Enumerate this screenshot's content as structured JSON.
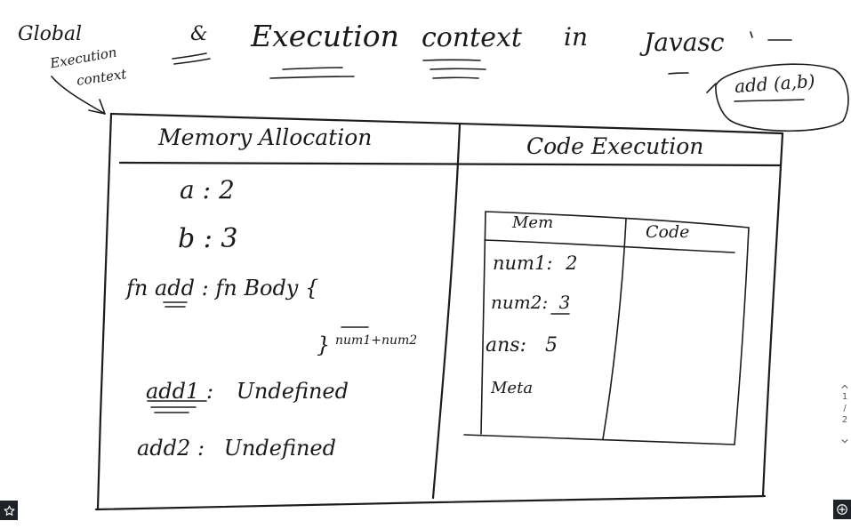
{
  "whiteboard": {
    "annotations": {
      "gec_line1": "Global",
      "gec_line2": "Execution",
      "gec_line3": "context",
      "title_mark": "&",
      "title_word1": "Execution",
      "title_word2": "context",
      "title_word3": "in",
      "title_word4": "Javasc",
      "call_label": "add (a,b)"
    },
    "memory_panel": {
      "header": "Memory Allocation",
      "entries": [
        {
          "key": "a",
          "sep": ":",
          "value": "2"
        },
        {
          "key": "b",
          "sep": ":",
          "value": "3"
        },
        {
          "key": "fn add",
          "sep": ":",
          "value": "fn Body {"
        },
        {
          "key": "}",
          "sep": "",
          "value": "num1+num2"
        },
        {
          "key": "add1",
          "sep": ":",
          "value": "Undefined"
        },
        {
          "key": "add2",
          "sep": ":",
          "value": "Undefined"
        }
      ]
    },
    "code_panel": {
      "header": "Code Execution",
      "inner_table": {
        "headers": [
          "Mem",
          "Code"
        ],
        "rows": [
          {
            "key": "num1",
            "sep": ":",
            "value": "2"
          },
          {
            "key": "num2",
            "sep": ":",
            "value": "3"
          },
          {
            "key": "ans",
            "sep": ":",
            "value": "5"
          },
          {
            "key": "Meta",
            "sep": "",
            "value": ""
          }
        ]
      }
    }
  },
  "viewer_ui": {
    "left_button_icon": "star-icon",
    "right_button_icon": "add-circle-icon",
    "page_nav": {
      "up_icon": "chevron-up-icon",
      "current": "1",
      "divider": "/",
      "total": "2",
      "down_icon": "chevron-down-icon"
    }
  }
}
